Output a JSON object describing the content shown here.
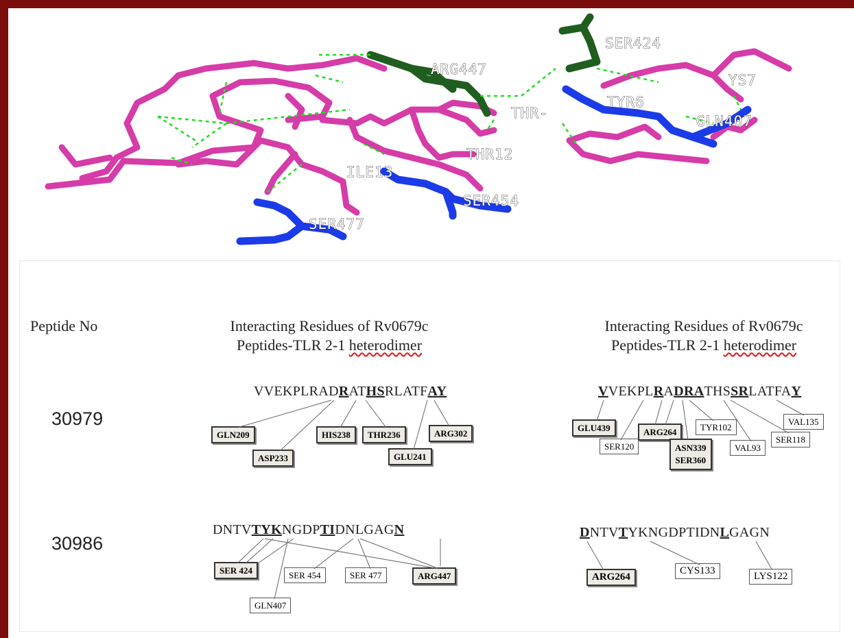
{
  "molecule": {
    "labels": [
      "SER424",
      "ARG447",
      "YS7",
      "TYR6",
      "THR-",
      "GLN407",
      "THR12",
      "ILE13",
      "SER454",
      "SER477"
    ],
    "colors": {
      "peptide": "#d63ca8",
      "tlr_green": "#1f5e1f",
      "tlr_blue": "#1c3be8",
      "hbond": "#22dd22"
    }
  },
  "table": {
    "col1_header": "Peptide No",
    "col2_header_line1": "Interacting Residues of Rv0679c",
    "col2_header_line2a": "Peptides-TLR 2-1 ",
    "col2_header_line2b": "heterodimer",
    "col3_header_line1": "Interacting Residues of Rv0679c",
    "col3_header_line2a": "Peptides-TLR 2-1 ",
    "col3_header_line2b": "heterodimer",
    "rows": [
      {
        "peptide_no": "30979",
        "seq_a": [
          "VVEKPLRAD",
          "R",
          "AT",
          "HS",
          "RLATF",
          "AY",
          ""
        ],
        "boxes_a": [
          "GLN209",
          "ASP233",
          "HIS238",
          "THR236",
          "GLU241",
          "ARG302"
        ],
        "seq_b": [
          "",
          "V",
          "VEKPL",
          "R",
          "A",
          "DRA",
          "THS",
          "SR",
          "LATFA",
          "Y"
        ],
        "boxes_b": [
          "GLU439",
          "SER120",
          "ARG264",
          "ASN339",
          "SER360",
          "TYR102",
          "VAL93",
          "SER118",
          "VAL135"
        ]
      },
      {
        "peptide_no": "30986",
        "seq_a": [
          "DNTV",
          "TYK",
          "NGDP",
          "TI",
          "DNLGAG",
          "N"
        ],
        "boxes_a": [
          "SER 424",
          "SER 454",
          "SER 477",
          "ARG447",
          "GLN407"
        ],
        "seq_b": [
          "D",
          "NTV",
          "T",
          "YKNGDPTIDN",
          "L",
          "GAGN"
        ],
        "boxes_b": [
          "ARG264",
          "CYS133",
          "LYS122"
        ]
      }
    ]
  }
}
